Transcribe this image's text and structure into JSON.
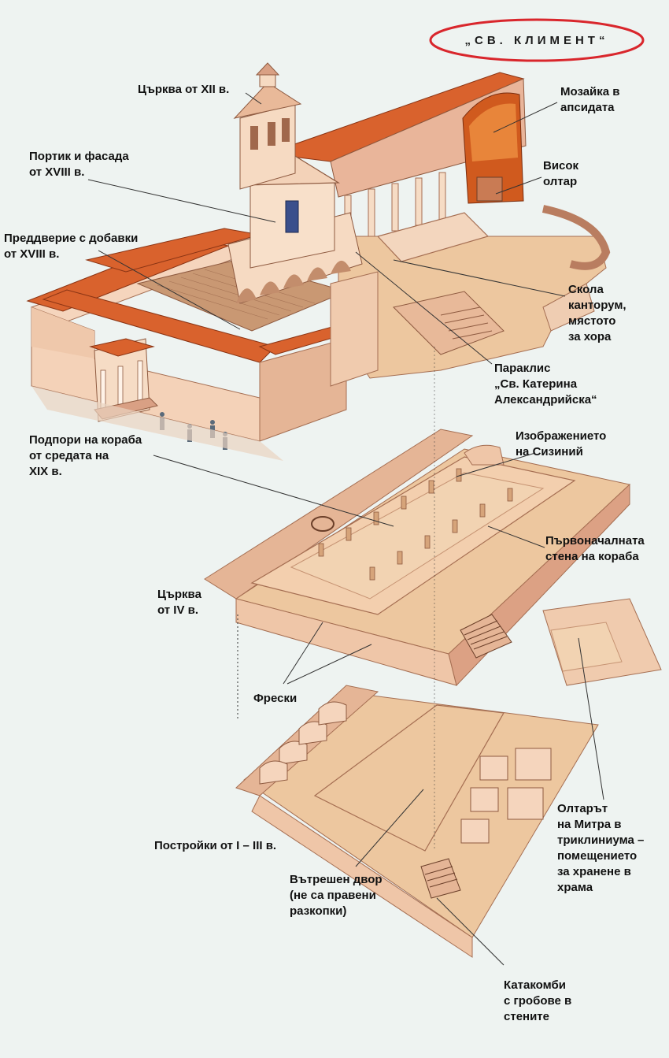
{
  "title": "„СВ. КЛИМЕНТ“",
  "colors": {
    "background": "#eef3f1",
    "roof": "#d9622d",
    "wall": "#f1ccb2",
    "wall_shade": "#d9a084",
    "floor": "#edc79f",
    "floor_dark": "#d6a47a",
    "apse_mosaic": "#d05a1e",
    "highlight_ellipse": "#d9262c",
    "leader_lines": "#333333"
  },
  "labels": {
    "church_12c": "Църква от XII в.",
    "apse_mosaic": "Мозайка в\nапсидата",
    "portico_facade": "Портик и фасада\nот XVIII в.",
    "high_altar": "Висок\nолтар",
    "atrium": "Преддверие с добавки\nот XVIII в.",
    "schola_cantorum": "Скола\nканторум,\nмястото\nза хора",
    "st_catherine_chapel": "Параклис\n„Св. Катерина\nАлександрийска“",
    "nave_supports": "Подпори на кораба\nот средата на\nXIX в.",
    "sisinnius_image": "Изображението\nна Сизиний",
    "original_nave_wall": "Първоначалната\nстена на кораба",
    "church_4c": "Църква\nот IV в.",
    "frescoes": "Фрески",
    "mithras_altar": "Олтарът\nна Митра в\nтриклиниума –\nпомещението\nза хранене в\nхрама",
    "buildings_1_3c": "Постройки от I – III в.",
    "inner_courtyard": "Вътрешен двор\n(не са правени\nразкопки)",
    "catacombs": "Катакомби\nс гробове в\nстените"
  }
}
